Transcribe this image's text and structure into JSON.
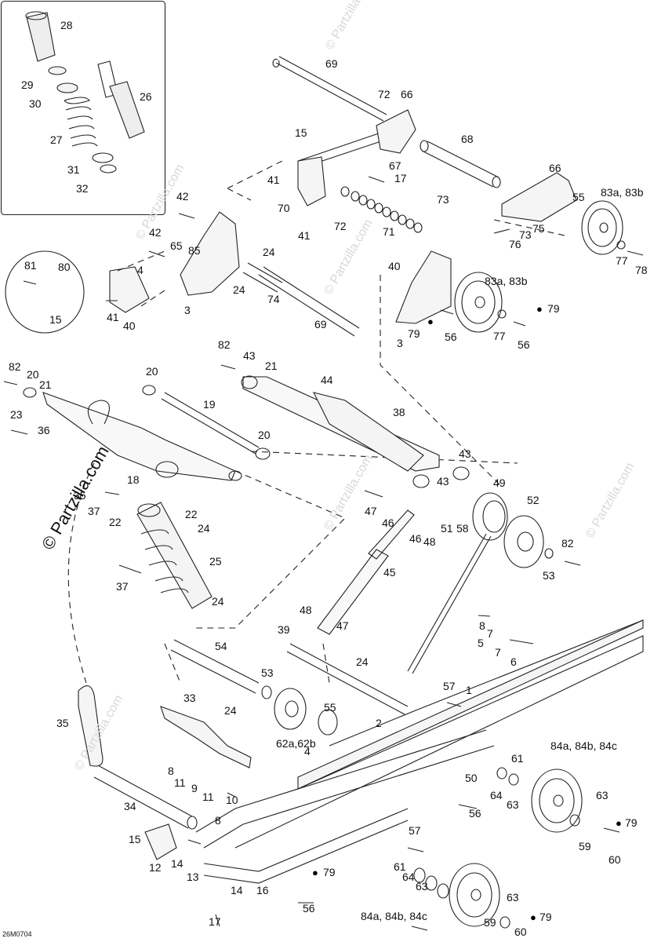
{
  "diagram": {
    "drawing_code": "26M0704",
    "watermark": "© Partzilla.com",
    "watermark_faint": "© Partzilla.com",
    "callouts": [
      {
        "id": "c28",
        "text": "28"
      },
      {
        "id": "c29",
        "text": "29"
      },
      {
        "id": "c30",
        "text": "30"
      },
      {
        "id": "c26",
        "text": "26"
      },
      {
        "id": "c27",
        "text": "27"
      },
      {
        "id": "c31",
        "text": "31"
      },
      {
        "id": "c32",
        "text": "32"
      },
      {
        "id": "c69a",
        "text": "69"
      },
      {
        "id": "c72a",
        "text": "72"
      },
      {
        "id": "c66a",
        "text": "66"
      },
      {
        "id": "c68",
        "text": "68"
      },
      {
        "id": "c15a",
        "text": "15"
      },
      {
        "id": "c67",
        "text": "67"
      },
      {
        "id": "c17a",
        "text": "17"
      },
      {
        "id": "c41a",
        "text": "41"
      },
      {
        "id": "c66b",
        "text": "66"
      },
      {
        "id": "c55a",
        "text": "55"
      },
      {
        "id": "c83a",
        "text": "83a, 83b"
      },
      {
        "id": "c42a",
        "text": "42"
      },
      {
        "id": "c70",
        "text": "70"
      },
      {
        "id": "c73a",
        "text": "73"
      },
      {
        "id": "c72b",
        "text": "72"
      },
      {
        "id": "c71",
        "text": "71"
      },
      {
        "id": "c41b",
        "text": "41"
      },
      {
        "id": "c42b",
        "text": "42"
      },
      {
        "id": "c65",
        "text": "65"
      },
      {
        "id": "c85",
        "text": "85"
      },
      {
        "id": "c24a",
        "text": "24"
      },
      {
        "id": "c75",
        "text": "75"
      },
      {
        "id": "c73b",
        "text": "73"
      },
      {
        "id": "c76",
        "text": "76"
      },
      {
        "id": "c77a",
        "text": "77"
      },
      {
        "id": "c78",
        "text": "78"
      },
      {
        "id": "c81",
        "text": "81"
      },
      {
        "id": "c80",
        "text": "80"
      },
      {
        "id": "c15b",
        "text": "15"
      },
      {
        "id": "c4a",
        "text": "4"
      },
      {
        "id": "c24b",
        "text": "24"
      },
      {
        "id": "c74",
        "text": "74"
      },
      {
        "id": "c40a",
        "text": "40"
      },
      {
        "id": "c83b",
        "text": "83a, 83b"
      },
      {
        "id": "c41c",
        "text": "41"
      },
      {
        "id": "c3a",
        "text": "3"
      },
      {
        "id": "c69b",
        "text": "69"
      },
      {
        "id": "c40b",
        "text": "40"
      },
      {
        "id": "c79a",
        "text": "79"
      },
      {
        "id": "c79b",
        "text": "79"
      },
      {
        "id": "c56a",
        "text": "56"
      },
      {
        "id": "c77b",
        "text": "77"
      },
      {
        "id": "c56b",
        "text": "56"
      },
      {
        "id": "c3b",
        "text": "3"
      },
      {
        "id": "c82a",
        "text": "82"
      },
      {
        "id": "c43a",
        "text": "43"
      },
      {
        "id": "c21a",
        "text": "21"
      },
      {
        "id": "c82b",
        "text": "82"
      },
      {
        "id": "c20a",
        "text": "20"
      },
      {
        "id": "c20b",
        "text": "20"
      },
      {
        "id": "c21b",
        "text": "21"
      },
      {
        "id": "c44",
        "text": "44"
      },
      {
        "id": "c19",
        "text": "19"
      },
      {
        "id": "c38",
        "text": "38"
      },
      {
        "id": "c23",
        "text": "23"
      },
      {
        "id": "c36",
        "text": "36"
      },
      {
        "id": "c20c",
        "text": "20"
      },
      {
        "id": "c43b",
        "text": "43"
      },
      {
        "id": "c18",
        "text": "18"
      },
      {
        "id": "c43c",
        "text": "43"
      },
      {
        "id": "c49",
        "text": "49"
      },
      {
        "id": "c35a",
        "text": "35"
      },
      {
        "id": "c37a",
        "text": "37"
      },
      {
        "id": "c47a",
        "text": "47"
      },
      {
        "id": "c52",
        "text": "52"
      },
      {
        "id": "c22a",
        "text": "22"
      },
      {
        "id": "c22b",
        "text": "22"
      },
      {
        "id": "c24c",
        "text": "24"
      },
      {
        "id": "c46a",
        "text": "46"
      },
      {
        "id": "c51",
        "text": "51"
      },
      {
        "id": "c58",
        "text": "58"
      },
      {
        "id": "c46b",
        "text": "46"
      },
      {
        "id": "c48a",
        "text": "48"
      },
      {
        "id": "c82c",
        "text": "82"
      },
      {
        "id": "c25",
        "text": "25"
      },
      {
        "id": "c45",
        "text": "45"
      },
      {
        "id": "c53a",
        "text": "53"
      },
      {
        "id": "c37b",
        "text": "37"
      },
      {
        "id": "c24d",
        "text": "24"
      },
      {
        "id": "c48b",
        "text": "48"
      },
      {
        "id": "c39",
        "text": "39"
      },
      {
        "id": "c47b",
        "text": "47"
      },
      {
        "id": "c8a",
        "text": "8"
      },
      {
        "id": "c7a",
        "text": "7"
      },
      {
        "id": "c5",
        "text": "5"
      },
      {
        "id": "c7b",
        "text": "7"
      },
      {
        "id": "c6",
        "text": "6"
      },
      {
        "id": "c54",
        "text": "54"
      },
      {
        "id": "c24e",
        "text": "24"
      },
      {
        "id": "c53b",
        "text": "53"
      },
      {
        "id": "c57a",
        "text": "57"
      },
      {
        "id": "c1",
        "text": "1"
      },
      {
        "id": "c33",
        "text": "33"
      },
      {
        "id": "c24f",
        "text": "24"
      },
      {
        "id": "c55b",
        "text": "55"
      },
      {
        "id": "c2",
        "text": "2"
      },
      {
        "id": "c35b",
        "text": "35"
      },
      {
        "id": "c62",
        "text": "62a,62b"
      },
      {
        "id": "c4b",
        "text": "4"
      },
      {
        "id": "c84a",
        "text": "84a, 84b, 84c"
      },
      {
        "id": "c8b",
        "text": "8"
      },
      {
        "id": "c61a",
        "text": "61"
      },
      {
        "id": "c11a",
        "text": "11"
      },
      {
        "id": "c9",
        "text": "9"
      },
      {
        "id": "c50",
        "text": "50"
      },
      {
        "id": "c64a",
        "text": "64"
      },
      {
        "id": "c63a",
        "text": "63"
      },
      {
        "id": "c63b",
        "text": "63"
      },
      {
        "id": "c11b",
        "text": "11"
      },
      {
        "id": "c10",
        "text": "10"
      },
      {
        "id": "c34",
        "text": "34"
      },
      {
        "id": "c56c",
        "text": "56"
      },
      {
        "id": "c79c",
        "text": "79"
      },
      {
        "id": "c8c",
        "text": "8"
      },
      {
        "id": "c15c",
        "text": "15"
      },
      {
        "id": "c59a",
        "text": "59"
      },
      {
        "id": "c60a",
        "text": "60"
      },
      {
        "id": "c57b",
        "text": "57"
      },
      {
        "id": "c12",
        "text": "12"
      },
      {
        "id": "c14a",
        "text": "14"
      },
      {
        "id": "c13",
        "text": "13"
      },
      {
        "id": "c61b",
        "text": "61"
      },
      {
        "id": "c64b",
        "text": "64"
      },
      {
        "id": "c63c",
        "text": "63"
      },
      {
        "id": "c79d",
        "text": "79"
      },
      {
        "id": "c14b",
        "text": "14"
      },
      {
        "id": "c16",
        "text": "16"
      },
      {
        "id": "c63d",
        "text": "63"
      },
      {
        "id": "c56d",
        "text": "56"
      },
      {
        "id": "c84b",
        "text": "84a, 84b, 84c"
      },
      {
        "id": "c59b",
        "text": "59"
      },
      {
        "id": "c79e",
        "text": "79"
      },
      {
        "id": "c17b",
        "text": "17"
      },
      {
        "id": "c60b",
        "text": "60"
      }
    ]
  }
}
